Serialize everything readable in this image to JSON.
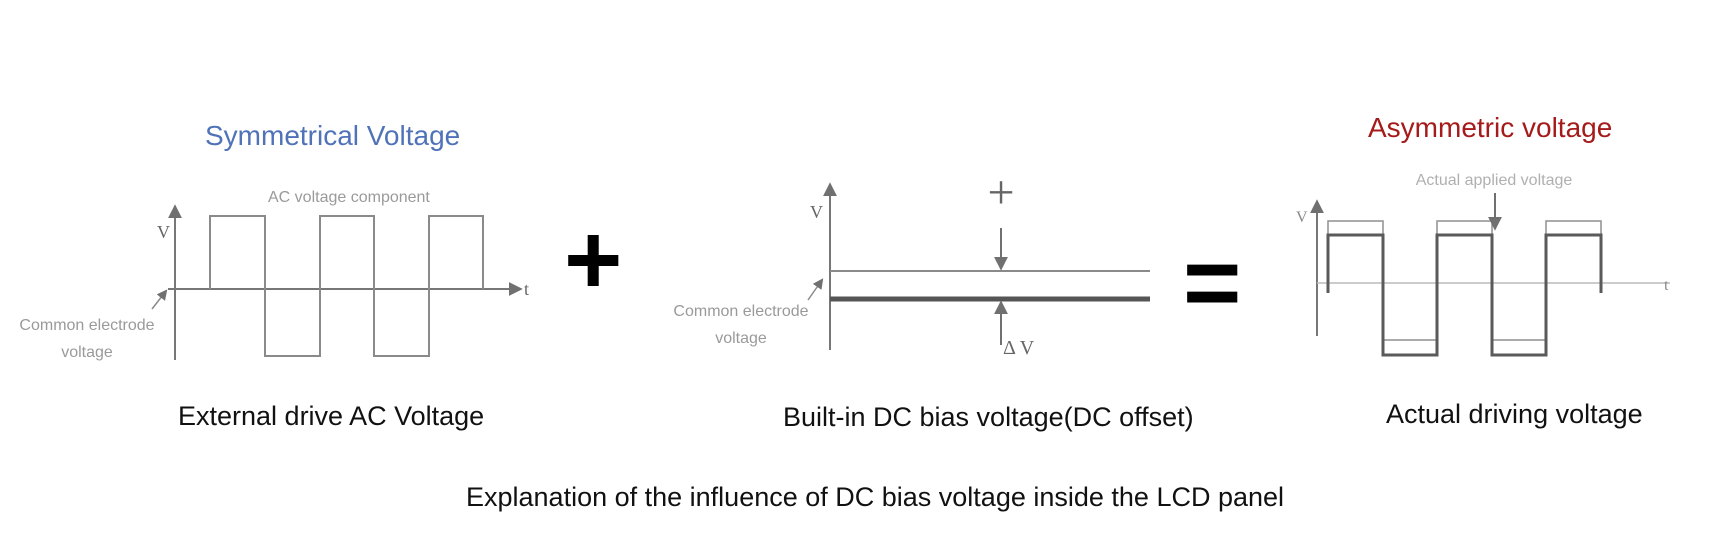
{
  "panel_left": {
    "title": "Symmetrical Voltage",
    "component_label": "AC voltage component",
    "axis_v": "V",
    "axis_t": "t",
    "common_label_line1": "Common electrode",
    "common_label_line2": "voltage",
    "caption": "External drive AC Voltage"
  },
  "operator_plus": "+",
  "panel_middle": {
    "axis_v": "V",
    "plus_mark": "+",
    "delta_label": "Δ V",
    "common_label_line1": "Common electrode",
    "common_label_line2": "voltage",
    "caption": "Built-in DC bias voltage(DC offset)"
  },
  "operator_equals": "=",
  "panel_right": {
    "title": "Asymmetric voltage",
    "applied_label": "Actual applied voltage",
    "axis_v": "V",
    "axis_t": "t",
    "caption": "Actual driving voltage"
  },
  "footer_caption": "Explanation of the influence of DC bias voltage inside the LCD panel",
  "colors": {
    "symmetrical_title": "#5073b8",
    "asymmetric_title": "#a51a1a",
    "waveform_line": "#8a8a8a",
    "label_gray": "#9a9a9a"
  }
}
